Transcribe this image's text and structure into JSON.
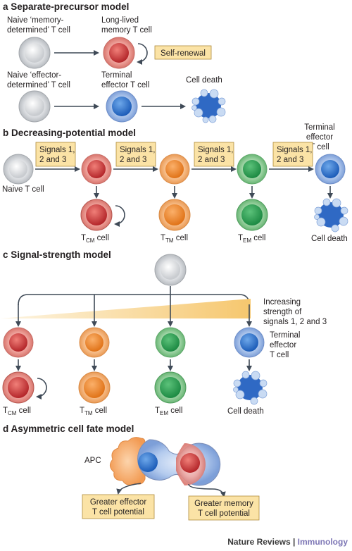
{
  "sections": {
    "a": {
      "letter": "a",
      "title": "Separate-precursor model",
      "naive_memory": [
        "Naive ‘memory-",
        "determined’ T cell"
      ],
      "long_lived": [
        "Long-lived",
        "memory T cell"
      ],
      "self_renewal": "Self-renewal",
      "naive_effector": [
        "Naive ‘effector-",
        "determined’ T cell"
      ],
      "terminal_effector": [
        "Terminal",
        "effector T cell"
      ],
      "cell_death": "Cell death"
    },
    "b": {
      "letter": "b",
      "title": "Decreasing-potential model",
      "signals": [
        "Signals 1,",
        "2 and 3"
      ],
      "naive": "Naive T cell",
      "terminal_effector": [
        "Terminal",
        "effector",
        "T cell"
      ],
      "tcm": {
        "t": "T",
        "sub": "CM",
        "rest": " cell"
      },
      "ttm": {
        "t": "T",
        "sub": "TM",
        "rest": " cell"
      },
      "tem": {
        "t": "T",
        "sub": "EM",
        "rest": " cell"
      },
      "cell_death": "Cell death"
    },
    "c": {
      "letter": "c",
      "title": "Signal-strength model",
      "increasing": [
        "Increasing",
        "strength of",
        "signals 1, 2 and 3"
      ],
      "terminal_effector": [
        "Terminal",
        "effector",
        "T cell"
      ],
      "tcm": {
        "t": "T",
        "sub": "CM",
        "rest": " cell"
      },
      "ttm": {
        "t": "T",
        "sub": "TM",
        "rest": " cell"
      },
      "tem": {
        "t": "T",
        "sub": "EM",
        "rest": " cell"
      },
      "cell_death": "Cell death"
    },
    "d": {
      "letter": "d",
      "title": "Asymmetric cell fate model",
      "apc": "APC",
      "effector_box": [
        "Greater effector",
        "T cell potential"
      ],
      "memory_box": [
        "Greater memory",
        "T cell potential"
      ]
    }
  },
  "footer": {
    "journal": "Nature Reviews",
    "separator": " | ",
    "field": "Immunology"
  },
  "colors": {
    "naive": "#d6d8db",
    "cm": "#d94a4a",
    "tm": "#f39a47",
    "em": "#35a35a",
    "effector": "#3a7fd0",
    "label_box": "#fbe3a6",
    "apc": "#f7a969"
  }
}
